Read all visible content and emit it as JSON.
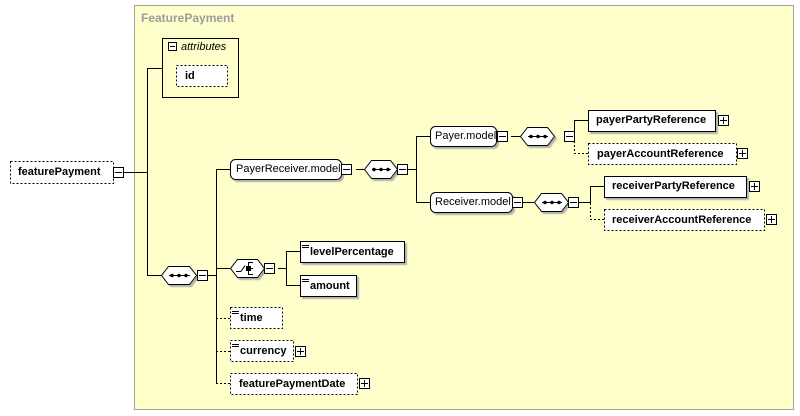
{
  "group": {
    "title": "FeaturePayment"
  },
  "attributes": {
    "label": "attributes",
    "items": [
      "id"
    ]
  },
  "root": {
    "label": "featurePayment"
  },
  "payer_receiver": {
    "label": "PayerReceiver.model"
  },
  "payer": {
    "label": "Payer.model",
    "children": [
      "payerPartyReference",
      "payerAccountReference"
    ]
  },
  "receiver": {
    "label": "Receiver.model",
    "children": [
      "receiverPartyReference",
      "receiverAccountReference"
    ]
  },
  "choice": {
    "children": [
      "levelPercentage",
      "amount"
    ]
  },
  "elements": {
    "time": "time",
    "currency": "currency",
    "feature_payment_date": "featurePaymentDate"
  },
  "colors": {
    "group_bg": "#ffffcc",
    "group_border": "#a0a0a0",
    "line": "#000000"
  },
  "icons": {
    "expand": "plus-box-icon",
    "collapse": "minus-box-icon",
    "sequence": "sequence-icon",
    "choice": "choice-icon",
    "annotation": "documentation-icon"
  }
}
